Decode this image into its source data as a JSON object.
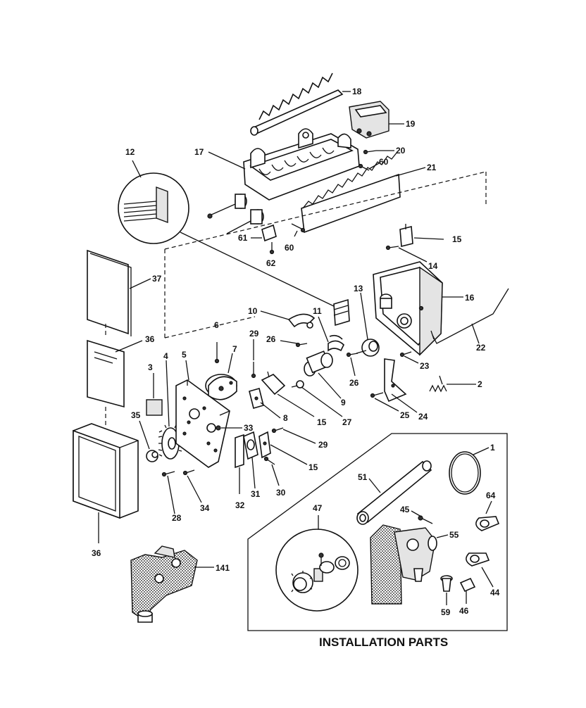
{
  "diagram": {
    "section_title": "INSTALLATION PARTS",
    "part_numbers": {
      "p1": "1",
      "p2": "2",
      "p3": "3",
      "p4": "4",
      "p5": "5",
      "p6": "6",
      "p7": "7",
      "p8": "8",
      "p9": "9",
      "p10": "10",
      "p11": "11",
      "p12": "12",
      "p13": "13",
      "p14": "14",
      "p15a": "15",
      "p15b": "15",
      "p15c": "15",
      "p16": "16",
      "p17": "17",
      "p18": "18",
      "p19": "19",
      "p20": "20",
      "p21": "21",
      "p22": "22",
      "p23": "23",
      "p24": "24",
      "p25": "25",
      "p26a": "26",
      "p26b": "26",
      "p27": "27",
      "p28": "28",
      "p29a": "29",
      "p29b": "29",
      "p30": "30",
      "p31": "31",
      "p32": "32",
      "p33": "33",
      "p34": "34",
      "p35": "35",
      "p36a": "36",
      "p36b": "36",
      "p37": "37",
      "p44": "44",
      "p45": "45",
      "p46": "46",
      "p47": "47",
      "p51": "51",
      "p55": "55",
      "p59": "59",
      "p60a": "60",
      "p60b": "60",
      "p61": "61",
      "p62": "62",
      "p64": "64",
      "p141": "141"
    }
  }
}
